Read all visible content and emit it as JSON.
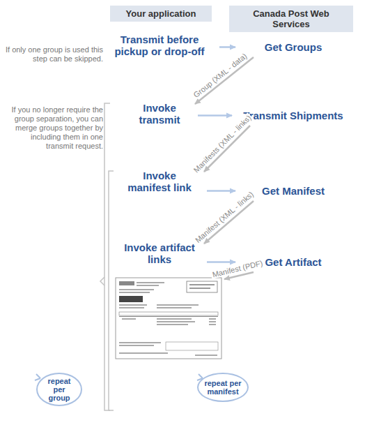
{
  "diagram": {
    "nodes": [
      {
        "text": [
          "Your application"
        ]
      },
      {
        "text": [
          "Canada Post Web Services"
        ]
      },
      {
        "text": [
          "Transmit before pickup or drop-off"
        ]
      },
      {
        "text": [
          "Get Groups"
        ]
      },
      {
        "text": [
          "Invoke transmit"
        ]
      },
      {
        "text": [
          "Transmit Shipments"
        ]
      },
      {
        "text": [
          "Invoke manifest link"
        ]
      },
      {
        "text": [
          "Get Manifest"
        ]
      },
      {
        "text": [
          "Invoke artifact links"
        ]
      },
      {
        "text": [
          "Get Artifact"
        ]
      },
      {
        "text": [
          "repeat per group"
        ]
      },
      {
        "text": [
          "repeat per manifest"
        ]
      }
    ],
    "edges": [
      {
        "from": 2,
        "to": 3,
        "arrow": "to"
      },
      {
        "from": 3,
        "to": 4,
        "label": "Group (XML - data)",
        "arrow": "to"
      },
      {
        "from": 4,
        "to": 5,
        "arrow": "to"
      },
      {
        "from": 5,
        "to": 6,
        "label": "Manifests (XML - links)",
        "arrow": "to"
      },
      {
        "from": 6,
        "to": 7,
        "arrow": "to"
      },
      {
        "from": 7,
        "to": 8,
        "label": "Manifest (XML - links)",
        "arrow": "to"
      },
      {
        "from": 8,
        "to": 9,
        "arrow": "to"
      }
    ],
    "labels": [
      "If only one group is used this step can be skipped.",
      "If you no longer require the group separation, you can merge groups together by including them in one transmit request.",
      "Manifest (PDF)"
    ]
  }
}
